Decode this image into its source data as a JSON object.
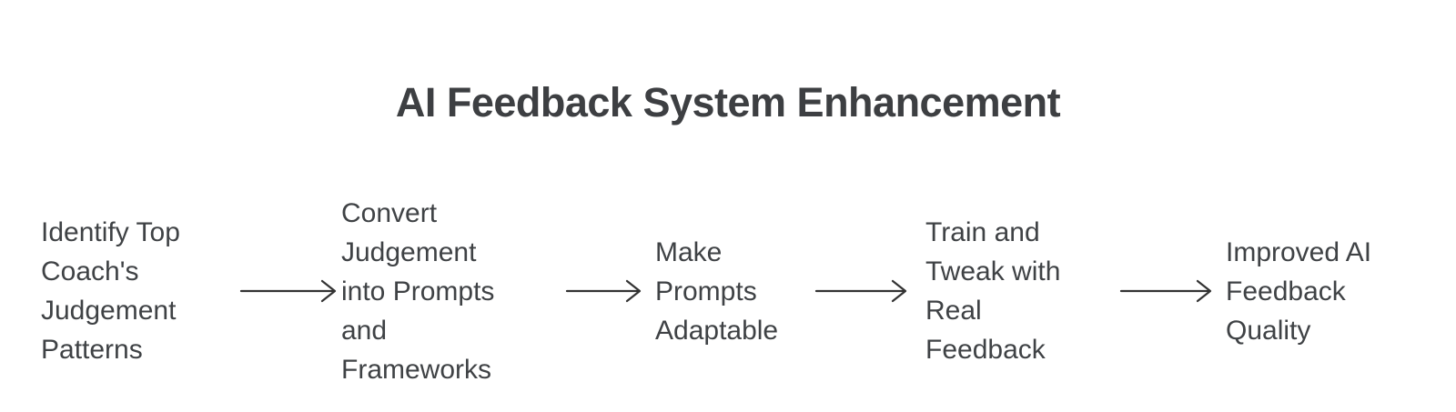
{
  "diagram": {
    "title": "AI Feedback System Enhancement",
    "type": "linear-flowchart",
    "nodes": [
      {
        "id": "identify-patterns",
        "text": "Identify Top\nCoach's\nJudgement\nPatterns"
      },
      {
        "id": "convert-judgement",
        "text": "Convert\nJudgement\ninto Prompts\nand\nFrameworks"
      },
      {
        "id": "make-adaptable",
        "text": "Make\nPrompts\nAdaptable"
      },
      {
        "id": "train-tweak",
        "text": "Train and\nTweak with\nReal\nFeedback"
      },
      {
        "id": "improved-quality",
        "text": "Improved AI\nFeedback\nQuality"
      }
    ],
    "connections": [
      {
        "from": "identify-patterns",
        "to": "convert-judgement"
      },
      {
        "from": "convert-judgement",
        "to": "make-adaptable"
      },
      {
        "from": "make-adaptable",
        "to": "train-tweak"
      },
      {
        "from": "train-tweak",
        "to": "improved-quality"
      }
    ],
    "colors": {
      "background": "#ffffff",
      "title_text": "#3d3f42",
      "node_text": "#3f4245",
      "arrow": "#333333"
    }
  }
}
